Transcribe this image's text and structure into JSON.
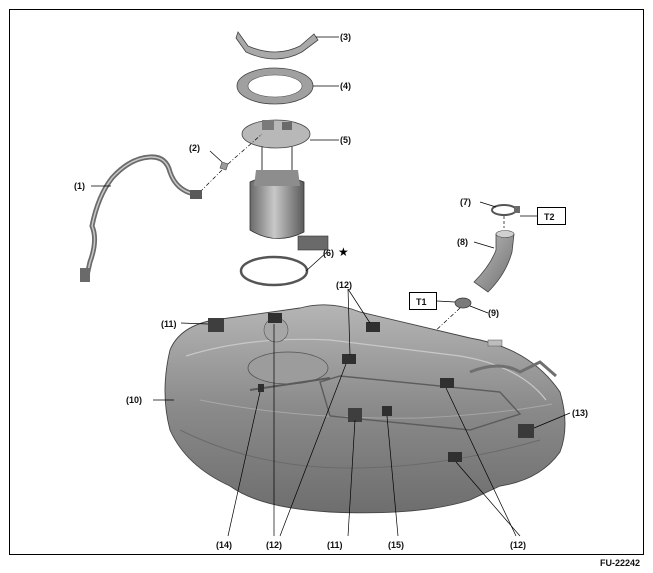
{
  "diagram": {
    "figure_code": "FU-22242",
    "callouts": {
      "c1": "(1)",
      "c2": "(2)",
      "c3": "(3)",
      "c4": "(4)",
      "c5": "(5)",
      "c6": "(6)",
      "c7": "(7)",
      "c8": "(8)",
      "c9": "(9)",
      "c10": "(10)",
      "c11a": "(11)",
      "c11b": "(11)",
      "c12a": "(12)",
      "c12b": "(12)",
      "c12c": "(12)",
      "c13": "(13)",
      "c14": "(14)",
      "c15": "(15)"
    },
    "star_mark": "★",
    "torque_labels": {
      "t1": "T1",
      "t2": "T2"
    }
  },
  "colors": {
    "border": "#000000",
    "part_dark": "#5a5a5a",
    "part_mid": "#8c8c8c",
    "part_light": "#c4c4c4",
    "tank": "#8f8f8f"
  }
}
